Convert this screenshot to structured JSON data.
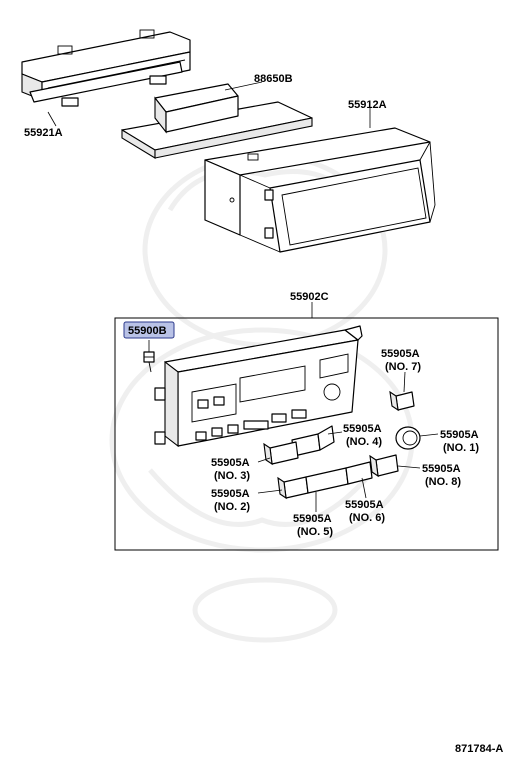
{
  "labels": {
    "p55921A": "55921A",
    "p88650B": "88650B",
    "p55912A": "55912A",
    "p55902C": "55902C",
    "p55900B": "55900B",
    "p55905A_no7_code": "55905A",
    "p55905A_no7_num": "(NO. 7)",
    "p55905A_no4_code": "55905A",
    "p55905A_no4_num": "(NO. 4)",
    "p55905A_no1_code": "55905A",
    "p55905A_no1_num": "(NO. 1)",
    "p55905A_no3_code": "55905A",
    "p55905A_no3_num": "(NO. 3)",
    "p55905A_no8_code": "55905A",
    "p55905A_no8_num": "(NO. 8)",
    "p55905A_no2_code": "55905A",
    "p55905A_no2_num": "(NO. 2)",
    "p55905A_no5_code": "55905A",
    "p55905A_no5_num": "(NO. 5)",
    "p55905A_no6_code": "55905A",
    "p55905A_no6_num": "(NO. 6)",
    "diagram_id": "871784-A"
  },
  "colors": {
    "highlight_fill": "#b9c2e6",
    "highlight_stroke": "#2c3a8c",
    "line": "#000000",
    "watermark": "#efefef"
  }
}
